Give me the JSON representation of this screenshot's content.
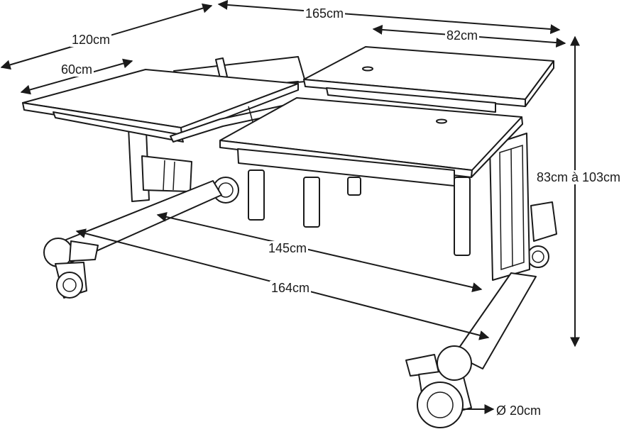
{
  "dimensions": {
    "total_width": "165cm",
    "depth_max": "120cm",
    "depth_top": "60cm",
    "top_width": "82cm",
    "height_range": "83cm à 103cm",
    "base_inner": "145cm",
    "base_outer": "164cm",
    "wheel_diameter": "Ø 20cm"
  },
  "colors": {
    "line": "#1a1a1a",
    "background": "#ffffff"
  }
}
